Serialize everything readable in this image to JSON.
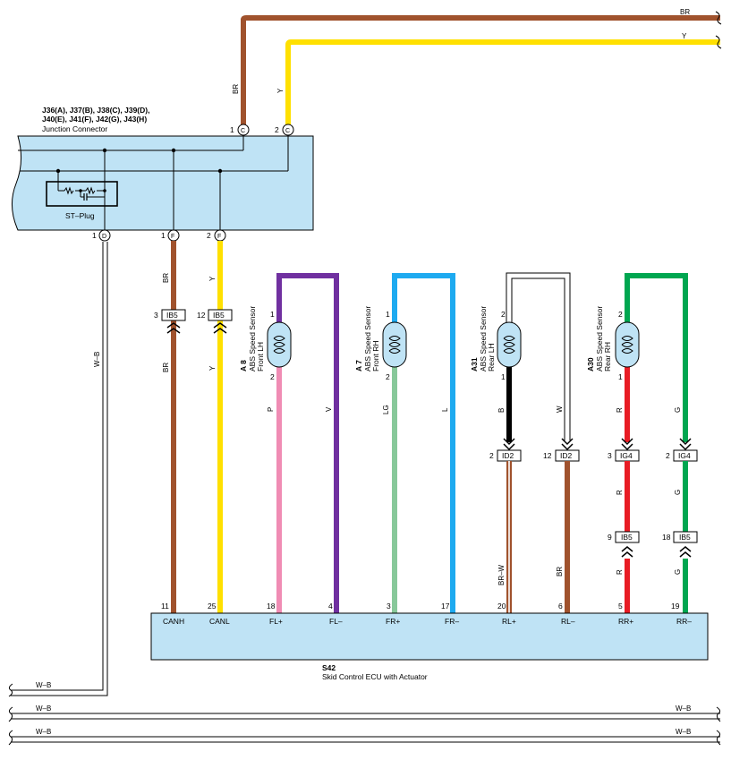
{
  "junction": {
    "refs_line1": "J36(A), J37(B), J38(C), J39(D),",
    "refs_line2": "J40(E), J41(F), J42(G), J43(H)",
    "name": "Junction Connector",
    "st_plug": "ST–Plug",
    "top_pins": [
      {
        "num": "1",
        "code": "C"
      },
      {
        "num": "2",
        "code": "C"
      }
    ],
    "bottom_pins": [
      {
        "num": "1",
        "code": "D"
      },
      {
        "num": "1",
        "code": "F"
      },
      {
        "num": "2",
        "code": "F"
      }
    ]
  },
  "top_wires": [
    {
      "color_code": "BR",
      "label_right": "BR",
      "hex": "#a0522d"
    },
    {
      "color_code": "Y",
      "label_right": "Y",
      "hex": "#ffe000"
    }
  ],
  "can_wires": [
    {
      "upper_code": "BR",
      "lower_code": "BR",
      "connector": "IB5",
      "pin": "3",
      "hex": "#a0522d",
      "ecu_pin": "11",
      "ecu_label": "CANH"
    },
    {
      "upper_code": "Y",
      "lower_code": "Y",
      "connector": "IB5",
      "pin": "12",
      "hex": "#ffe000",
      "ecu_pin": "25",
      "ecu_label": "CANL"
    }
  ],
  "wb_vertical": "W–B",
  "sensors": [
    {
      "ref": "A 8",
      "name1": "ABS Speed Sensor",
      "name2": "Front LH",
      "pin_top": "1",
      "pin_bot": "2",
      "left_code": "P",
      "left_hex": "#f08cb4",
      "right_code": "V",
      "right_hex": "#7030a0",
      "ecu_left_pin": "18",
      "ecu_left_label": "FL+",
      "ecu_right_pin": "4",
      "ecu_right_label": "FL–"
    },
    {
      "ref": "A 7",
      "name1": "ABS Speed Sensor",
      "name2": "Front RH",
      "pin_top": "1",
      "pin_bot": "2",
      "left_code": "LG",
      "left_hex": "#88c89a",
      "right_code": "L",
      "right_hex": "#1eaaf0",
      "ecu_left_pin": "3",
      "ecu_left_label": "FR+",
      "ecu_right_pin": "17",
      "ecu_right_label": "FR–"
    },
    {
      "ref": "A31",
      "name1": "ABS Speed Sensor",
      "name2": "Rear LH",
      "pin_top": "2",
      "pin_bot": "1",
      "left_code": "B",
      "left_hex": "#000000",
      "right_code": "W",
      "right_hex": "#ffffff",
      "left_conn": "ID2",
      "left_conn_pin": "2",
      "right_conn": "ID2",
      "right_conn_pin": "12",
      "left_lower_code": "BR–W",
      "right_lower_code": "BR",
      "ecu_left_pin": "20",
      "ecu_left_label": "RL+",
      "ecu_right_pin": "6",
      "ecu_right_label": "RL–"
    },
    {
      "ref": "A30",
      "name1": "ABS Speed Sensor",
      "name2": "Rear RH",
      "pin_top": "2",
      "pin_bot": "1",
      "left_code": "R",
      "left_hex": "#e81c24",
      "right_code": "G",
      "right_hex": "#00a650",
      "left_conn": "IG4",
      "left_conn_pin": "3",
      "right_conn": "IG4",
      "right_conn_pin": "2",
      "left_mid_code": "R",
      "right_mid_code": "G",
      "left_conn2": "IB5",
      "left_conn2_pin": "9",
      "right_conn2": "IB5",
      "right_conn2_pin": "18",
      "left_lower_code": "R",
      "right_lower_code": "G",
      "ecu_left_pin": "5",
      "ecu_left_label": "RR+",
      "ecu_right_pin": "19",
      "ecu_right_label": "RR–"
    }
  ],
  "ecu": {
    "ref": "S42",
    "name": "Skid Control ECU with Actuator"
  },
  "ground_wires": [
    {
      "label_left": "W–B",
      "label_right": ""
    },
    {
      "label_left": "W–B",
      "label_right": "W–B"
    },
    {
      "label_left": "W–B",
      "label_right": "W–B"
    }
  ],
  "colors": {
    "box_fill": "#bfe3f5",
    "outline": "#000000"
  }
}
